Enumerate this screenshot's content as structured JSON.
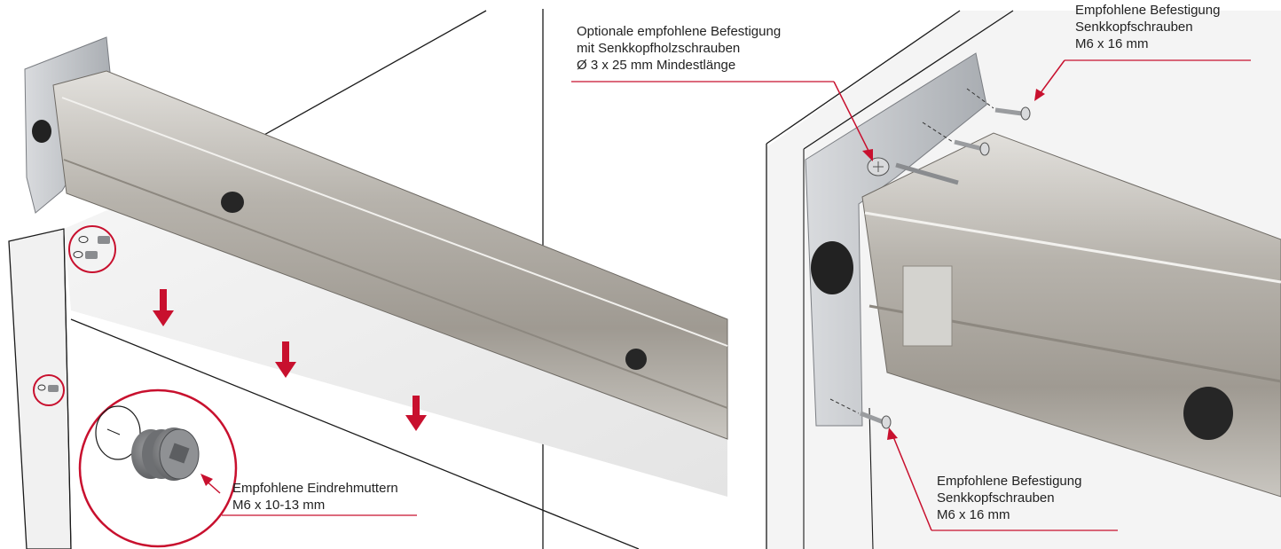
{
  "colors": {
    "accent_red": "#c8102e",
    "line_dark": "#1a1a1a",
    "rail_aluminum": "#a9a59e",
    "rail_highlight": "#d8d6d1",
    "panel_shade": "#ebebeb",
    "bracket_silver": "#c4c7cb"
  },
  "icons": {
    "arrow": "down-arrow-icon",
    "nut": "threaded-insert-nut-icon",
    "screw": "countersunk-screw-icon"
  },
  "labels": {
    "optional_fixing": {
      "line1": "Optionale  empfohlene  Befestigung",
      "line2": "mit Senkkopfholzschrauben",
      "line3": "Ø 3 x 25 mm Mindestlänge"
    },
    "top_right_fixing": {
      "line1": "Empfohlene Befestigung",
      "line2": "Senkkopfschrauben",
      "line3": "M6 x 16 mm"
    },
    "bottom_right_fixing": {
      "line1": "Empfohlene Befestigung",
      "line2": "Senkkopfschrauben",
      "line3": "M6 x 16 mm"
    },
    "insert_nuts": {
      "line1": "Empfohlene  Eindrehmuttern",
      "line2": "M6 x 10-13 mm"
    }
  }
}
